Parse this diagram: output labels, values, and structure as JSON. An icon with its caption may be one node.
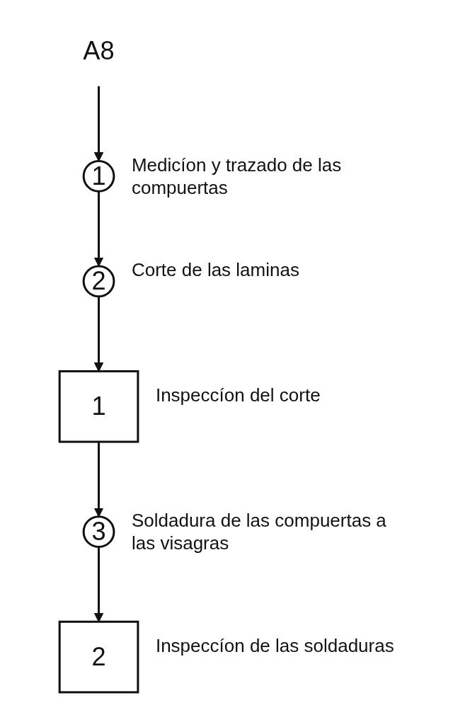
{
  "diagram": {
    "nodes": [
      {
        "text": [
          "A8"
        ]
      },
      {
        "text": [
          "1"
        ],
        "beside": [
          "Medicíon y trazado de las compuertas"
        ]
      },
      {
        "text": [
          "2"
        ],
        "beside": [
          "Corte de las laminas"
        ]
      },
      {
        "text": [
          "1"
        ],
        "beside": [
          "Inspeccíon del corte"
        ]
      },
      {
        "text": [
          "3"
        ],
        "beside": [
          "Soldadura de las compuertas a las visagras"
        ]
      },
      {
        "text": [
          "2"
        ],
        "beside": [
          "Inspeccíon de las soldaduras"
        ]
      }
    ],
    "edges": [
      {
        "from": 0,
        "to": 1,
        "arrow": "to"
      },
      {
        "from": 1,
        "to": 2,
        "arrow": "to"
      },
      {
        "from": 2,
        "to": 3,
        "arrow": "to"
      },
      {
        "from": 3,
        "to": 4,
        "arrow": "to"
      },
      {
        "from": 4,
        "to": 5,
        "arrow": "to"
      }
    ]
  }
}
